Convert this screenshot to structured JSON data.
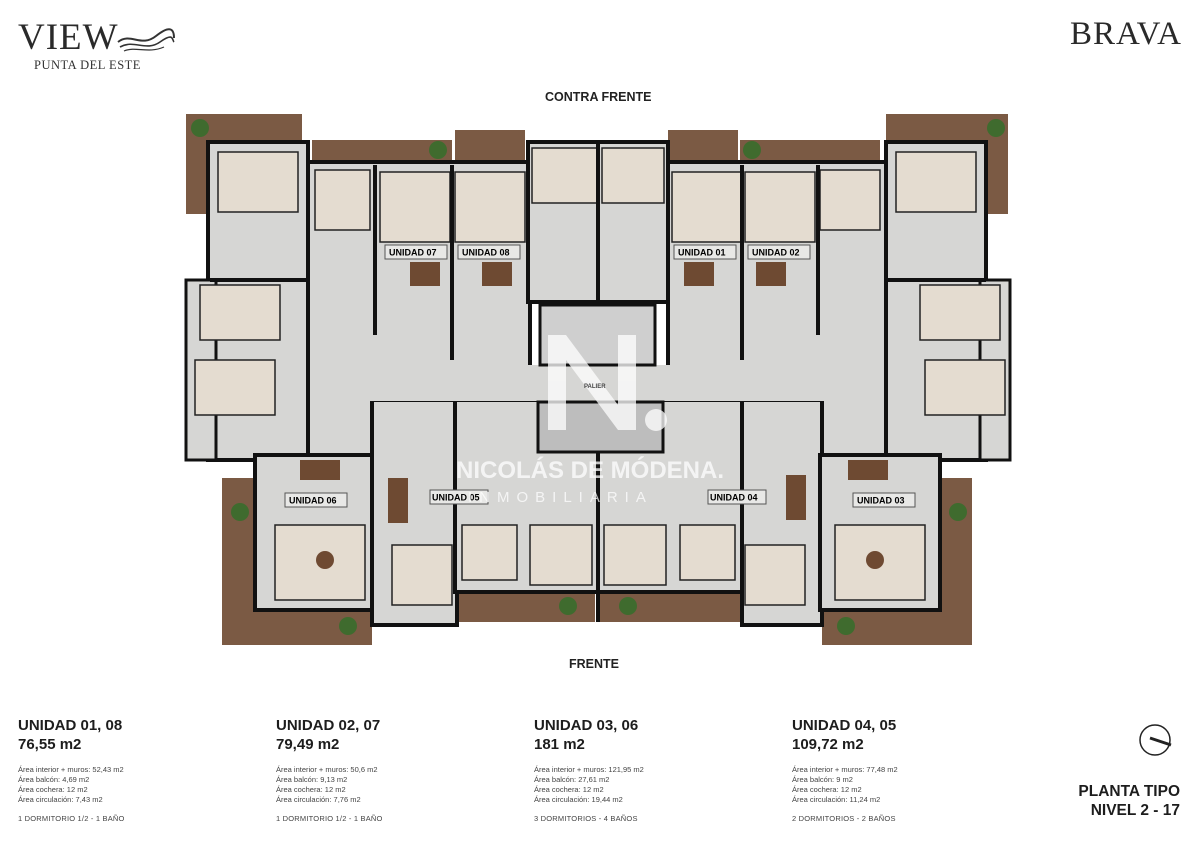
{
  "header": {
    "logo_text": "VIEW",
    "logo_subtitle": "PUNTA DEL ESTE",
    "project_name": "BRAVA"
  },
  "plan": {
    "top_orientation": "CONTRA FRENTE",
    "bottom_orientation": "FRENTE",
    "palier_label": "PALIER",
    "unit_labels": [
      "UNIDAD 07",
      "UNIDAD 08",
      "UNIDAD 01",
      "UNIDAD 02",
      "UNIDAD 06",
      "UNIDAD 05",
      "UNIDAD 04",
      "UNIDAD 03"
    ],
    "watermark": {
      "name": "NICOLÁS DE MÓDENA.",
      "sub": "INMOBILIARIA"
    },
    "colors": {
      "floor": "#d6d6d4",
      "balcony": "#7b5a44",
      "wall": "#111111",
      "room": "#e4dcd0"
    }
  },
  "units": [
    {
      "title": "UNIDAD 01, 08",
      "total": "76,55 m2",
      "details": [
        "Área interior + muros: 52,43 m2",
        "Área balcón: 4,69 m2",
        "Área cochera: 12 m2",
        "Área circulación: 7,43 m2"
      ],
      "rooms": "1 DORMITORIO 1/2  -  1 BAÑO"
    },
    {
      "title": "UNIDAD 02, 07",
      "total": "79,49 m2",
      "details": [
        "Área interior + muros: 50,6 m2",
        "Área  balcón: 9,13 m2",
        "Área cochera: 12 m2",
        "Área circulación: 7,76 m2"
      ],
      "rooms": "1 DORMITORIO 1/2  -  1 BAÑO"
    },
    {
      "title": "UNIDAD 03, 06",
      "total": "181 m2",
      "details": [
        "Área interior + muros: 121,95 m2",
        "Área balcón: 27,61 m2",
        "Área cochera: 12 m2",
        "Área circulación: 19,44 m2"
      ],
      "rooms": "3 DORMITORIOS  -  4 BAÑOS"
    },
    {
      "title": "UNIDAD 04, 05",
      "total": "109,72 m2",
      "details": [
        "Área interior + muros: 77,48 m2",
        "Área balcón: 9 m2",
        "Área cochera: 12 m2",
        "Área circulación: 11,24 m2"
      ],
      "rooms": "2 DORMITORIOS  -  2 BAÑOS"
    }
  ],
  "footer": {
    "plan_type": "PLANTA TIPO",
    "levels": "NIVEL 2 - 17",
    "compass_icon": "north-arrow-icon"
  }
}
